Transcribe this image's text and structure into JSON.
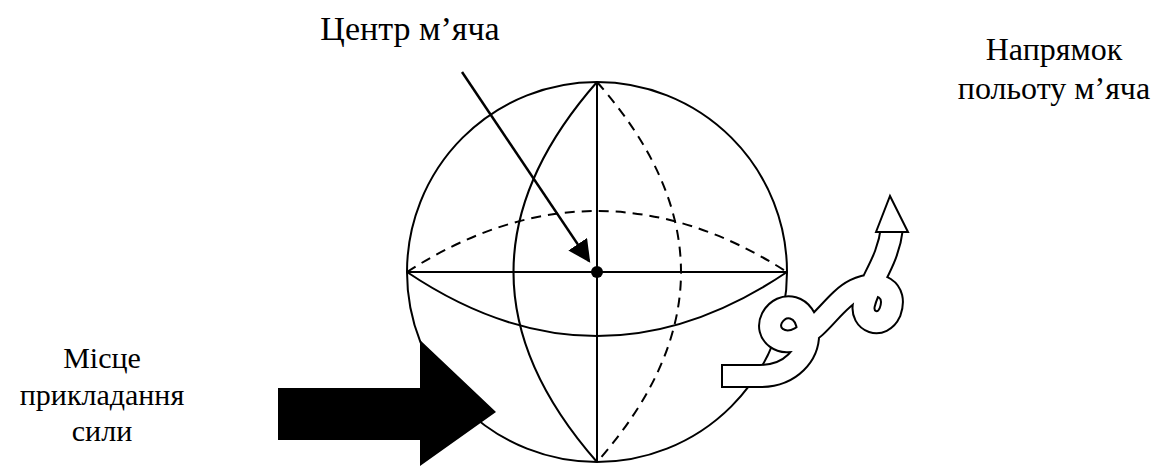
{
  "diagram": {
    "labels": [
      "Центр м’яча",
      "Напрямок польоту м’яча",
      "Місце прикладання сили"
    ]
  }
}
